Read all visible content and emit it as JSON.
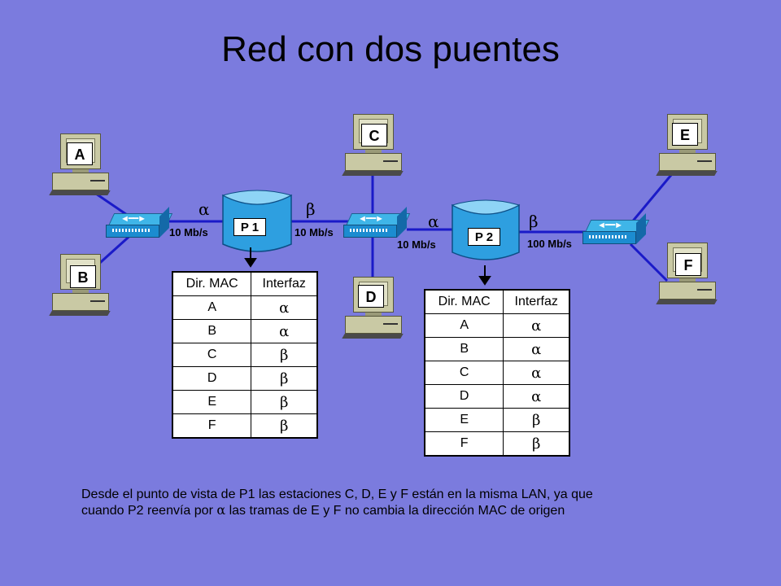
{
  "title": "Red con dos puentes",
  "stations": {
    "a": "A",
    "b": "B",
    "c": "C",
    "d": "D",
    "e": "E",
    "f": "F"
  },
  "bridges": {
    "p1": {
      "label": "P 1",
      "alpha": "α",
      "beta": "β",
      "speed_alpha": "10 Mb/s",
      "speed_beta": "10 Mb/s"
    },
    "p2": {
      "label": "P 2",
      "alpha": "α",
      "beta": "β",
      "speed_alpha": "10 Mb/s",
      "speed_beta": "100 Mb/s"
    }
  },
  "table_p1": {
    "headers": [
      "Dir. MAC",
      "Interfaz"
    ],
    "rows": [
      [
        "A",
        "α"
      ],
      [
        "B",
        "α"
      ],
      [
        "C",
        "β"
      ],
      [
        "D",
        "β"
      ],
      [
        "E",
        "β"
      ],
      [
        "F",
        "β"
      ]
    ]
  },
  "table_p2": {
    "headers": [
      "Dir. MAC",
      "Interfaz"
    ],
    "rows": [
      [
        "A",
        "α"
      ],
      [
        "B",
        "α"
      ],
      [
        "C",
        "α"
      ],
      [
        "D",
        "α"
      ],
      [
        "E",
        "β"
      ],
      [
        "F",
        "β"
      ]
    ]
  },
  "footnote": {
    "line1": "Desde el punto de vista de P1 las estaciones C, D, E y F están en la misma LAN, ya que",
    "line2_pre": "cuando P2 reenvía por ",
    "line2_greek": "α",
    "line2_post": " las tramas de E y F no cambia la dirección MAC de origen"
  },
  "colors": {
    "background": "#7B7BDE",
    "link": "#1A1AC8",
    "hub": "#1C8CD0",
    "bridge": "#2E9FE0"
  }
}
